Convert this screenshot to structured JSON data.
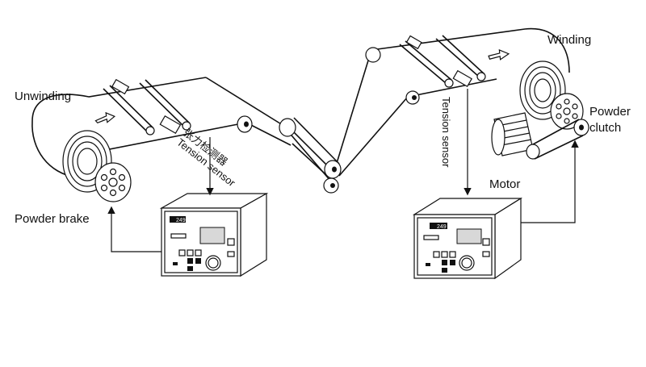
{
  "labels": {
    "unwinding": "Unwinding",
    "winding": "Winding",
    "powder_brake": "Powder brake",
    "powder_clutch_line1": "Powder",
    "powder_clutch_line2": "clutch",
    "motor": "Motor",
    "tension_sensor_left_cn": "张力检测器",
    "tension_sensor_left_en": "Tension sensor",
    "tension_sensor_right": "Tension sensor"
  },
  "controller": {
    "display_value": "249"
  },
  "colors": {
    "line": "#111111",
    "background": "#ffffff",
    "panel_shade": "#d8d8d8"
  },
  "icons": [
    "web-direction-arrow-icon",
    "flow-arrow-icon",
    "adjust-knob-icon"
  ]
}
